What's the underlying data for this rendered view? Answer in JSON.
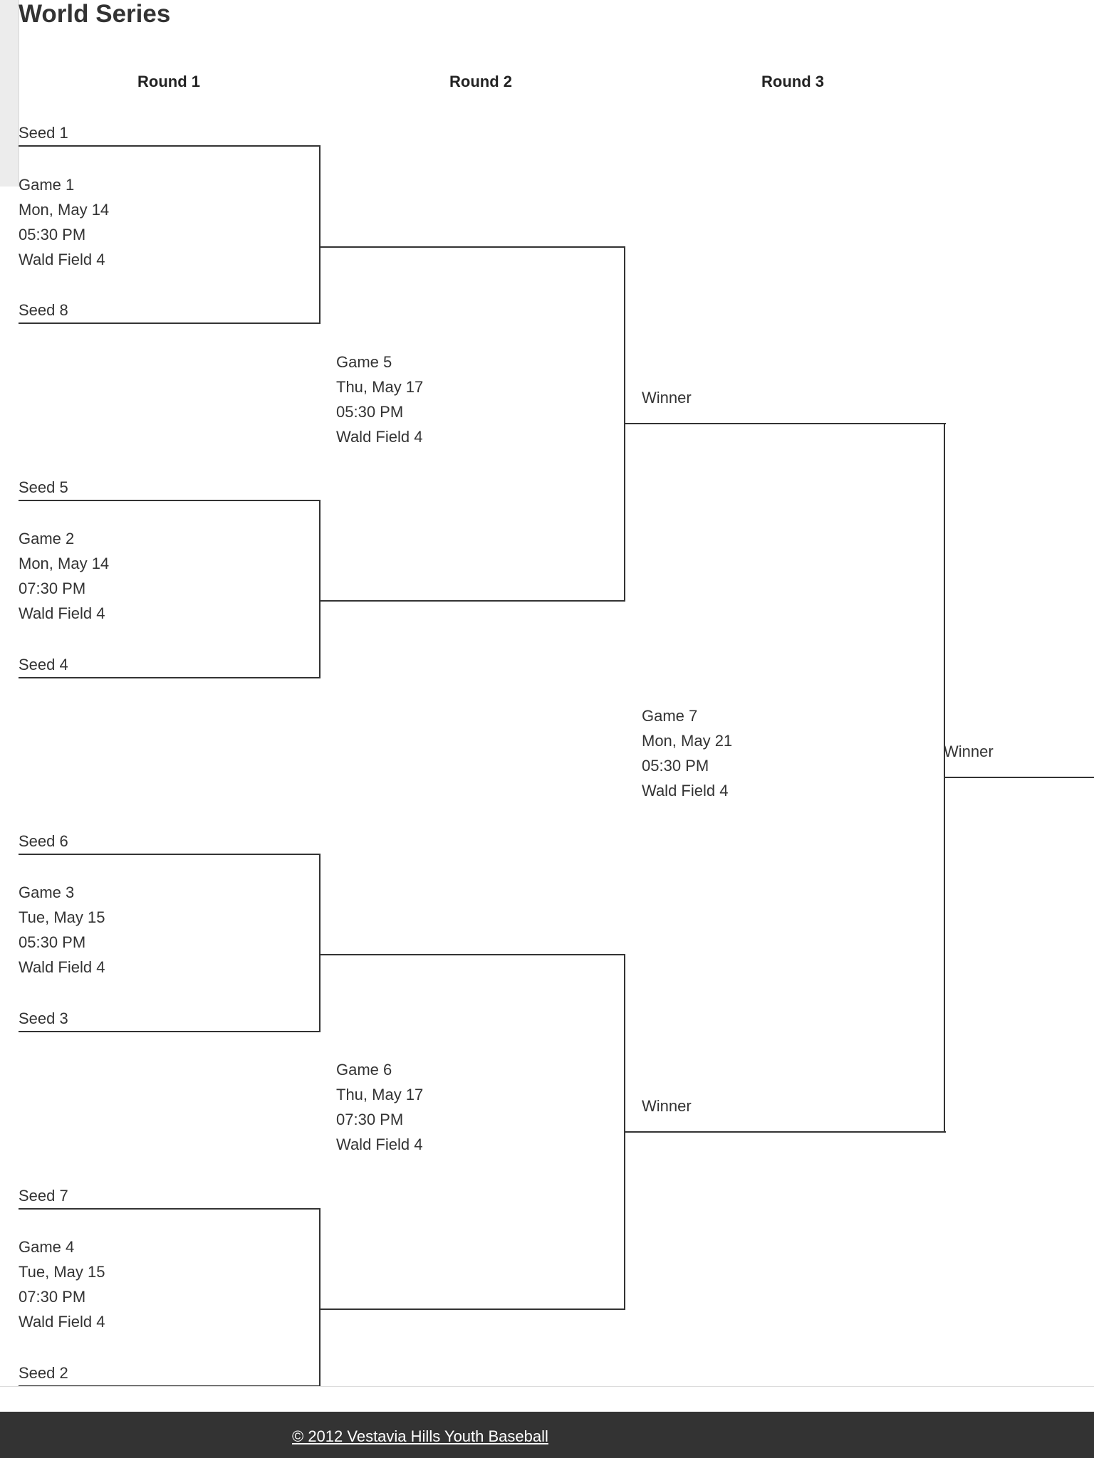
{
  "page": {
    "title": "World Series"
  },
  "rounds": [
    "Round 1",
    "Round 2",
    "Round 3"
  ],
  "seeds": [
    "Seed 1",
    "Seed 8",
    "Seed 5",
    "Seed 4",
    "Seed 6",
    "Seed 3",
    "Seed 7",
    "Seed 2"
  ],
  "games": [
    {
      "name": "Game 1",
      "date": "Mon, May 14",
      "time": "05:30 PM",
      "field": "Wald Field 4"
    },
    {
      "name": "Game 2",
      "date": "Mon, May 14",
      "time": "07:30 PM",
      "field": "Wald Field 4"
    },
    {
      "name": "Game 3",
      "date": "Tue, May 15",
      "time": "05:30 PM",
      "field": "Wald Field 4"
    },
    {
      "name": "Game 4",
      "date": "Tue, May 15",
      "time": "07:30 PM",
      "field": "Wald Field 4"
    },
    {
      "name": "Game 5",
      "date": "Thu, May 17",
      "time": "05:30 PM",
      "field": "Wald Field 4"
    },
    {
      "name": "Game 6",
      "date": "Thu, May 17",
      "time": "07:30 PM",
      "field": "Wald Field 4"
    },
    {
      "name": "Game 7",
      "date": "Mon, May 21",
      "time": "05:30 PM",
      "field": "Wald Field 4"
    }
  ],
  "winners": [
    "Winner",
    "Winner",
    "Winner"
  ],
  "footer": {
    "copyright": "© 2012 Vestavia Hills Youth Baseball"
  }
}
